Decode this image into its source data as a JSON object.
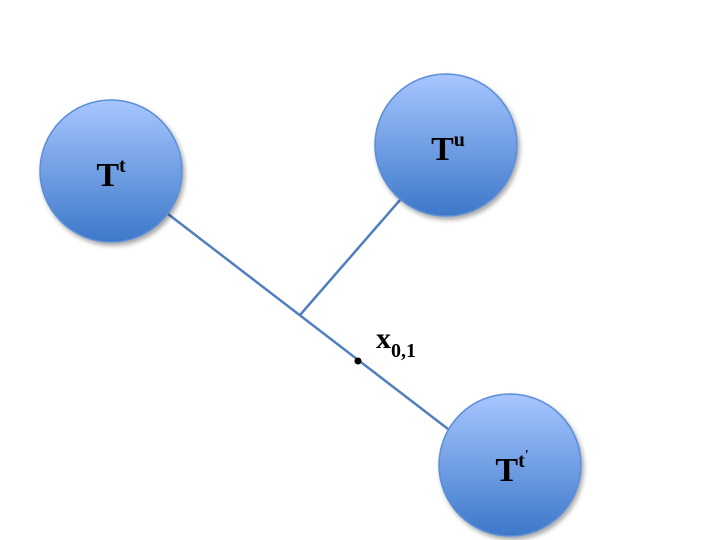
{
  "nodes": {
    "t": {
      "base": "T",
      "sup": "t"
    },
    "u": {
      "base": "T",
      "sup": "u"
    },
    "tprime": {
      "base": "T",
      "sup": "t",
      "supsup": "'"
    }
  },
  "point": {
    "base": "x",
    "sub": "0,1"
  },
  "colors": {
    "node_fill_top": "#a6c6ff",
    "node_fill_bottom": "#3d78c9",
    "node_stroke": "#5b8dd6",
    "edge": "#4f7fbf",
    "point": "#000000"
  }
}
